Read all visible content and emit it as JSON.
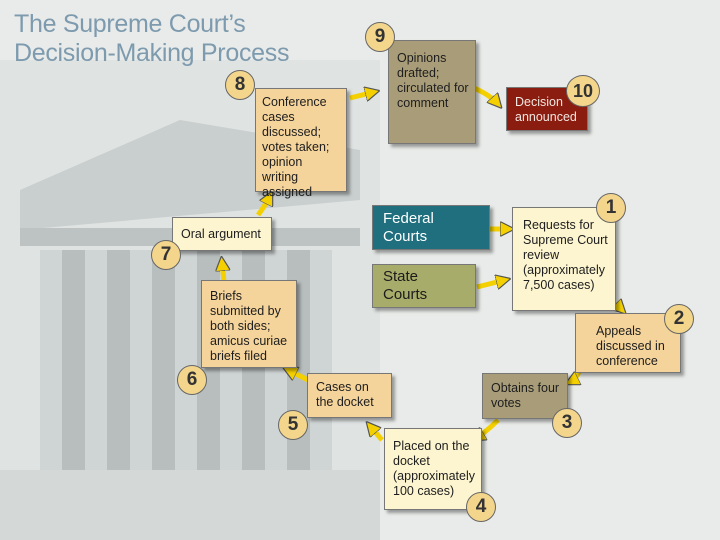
{
  "title": {
    "line1": "The Supreme Court’s",
    "line2": "Decision-Making Process"
  },
  "courts": {
    "federal": "Federal Courts",
    "state": "State Courts"
  },
  "steps": [
    {
      "number": "1",
      "text": "Requests for Supreme Court review (approximately 7,500 cases)"
    },
    {
      "number": "2",
      "text": "Appeals discussed in conference"
    },
    {
      "number": "3",
      "text": "Obtains four votes"
    },
    {
      "number": "4",
      "text": "Placed on the docket (approximately 100 cases)"
    },
    {
      "number": "5",
      "text": "Cases on the docket"
    },
    {
      "number": "6",
      "text": "Briefs submitted by both sides; amicus curiae briefs filed"
    },
    {
      "number": "7",
      "text": "Oral argument"
    },
    {
      "number": "8",
      "text": "Conference cases discussed; votes taken; opinion writing assigned"
    },
    {
      "number": "9",
      "text": "Opinions drafted; circulated for comment"
    },
    {
      "number": "10",
      "text": "Decision announced"
    }
  ],
  "colors": {
    "title": "#7d9aae",
    "tan_box": "#f5d49b",
    "cream_box": "#fdf5d0",
    "olive_box": "#a99d79",
    "decision_box": "#8a1d10",
    "federal_box": "#1f6f7e",
    "state_box": "#a8ac6a",
    "arrow": "#f4d000"
  }
}
